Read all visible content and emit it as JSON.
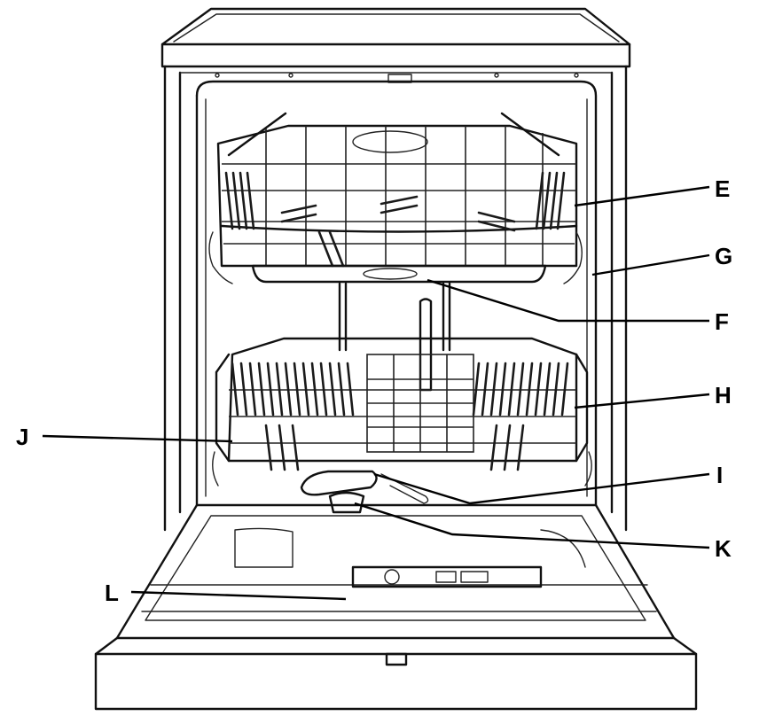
{
  "figure": {
    "labels": {
      "E": "E",
      "G": "G",
      "F": "F",
      "H": "H",
      "J": "J",
      "I": "I",
      "K": "K",
      "L": "L"
    }
  }
}
